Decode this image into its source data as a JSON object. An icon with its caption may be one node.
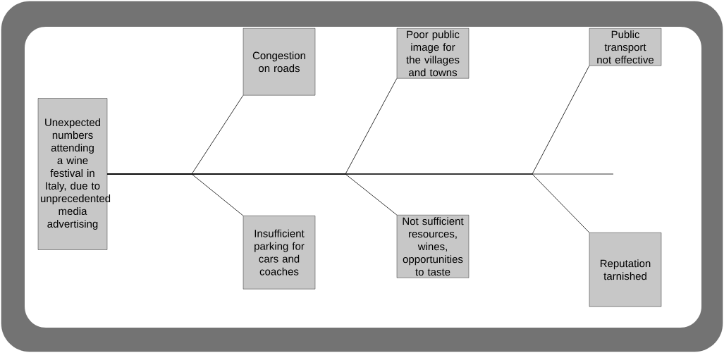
{
  "diagram": {
    "nodes": [
      {
        "text": [
          "Unexpected numbers attending a wine festival in Italy, due to unprecedented media advertising"
        ]
      },
      {
        "text": [
          "Congestion on roads"
        ]
      },
      {
        "text": [
          "Insufficient parking for cars and coaches"
        ]
      },
      {
        "text": [
          "Poor public image for the villages and towns"
        ]
      },
      {
        "text": [
          "Not sufficient resources, wines, opportunities to taste"
        ]
      },
      {
        "text": [
          "Public transport not effective"
        ]
      },
      {
        "text": [
          "Reputation tarnished"
        ]
      }
    ],
    "edges": [
      {
        "from": 0,
        "to": 1,
        "arrow": "none"
      },
      {
        "from": 0,
        "to": 2,
        "arrow": "none"
      },
      {
        "from": 0,
        "to": 3,
        "arrow": "none"
      },
      {
        "from": 0,
        "to": 4,
        "arrow": "none"
      },
      {
        "from": 0,
        "to": 5,
        "arrow": "none"
      },
      {
        "from": 0,
        "to": 6,
        "arrow": "none"
      },
      {
        "from": 0,
        "to": null,
        "arrow": "none"
      }
    ]
  }
}
